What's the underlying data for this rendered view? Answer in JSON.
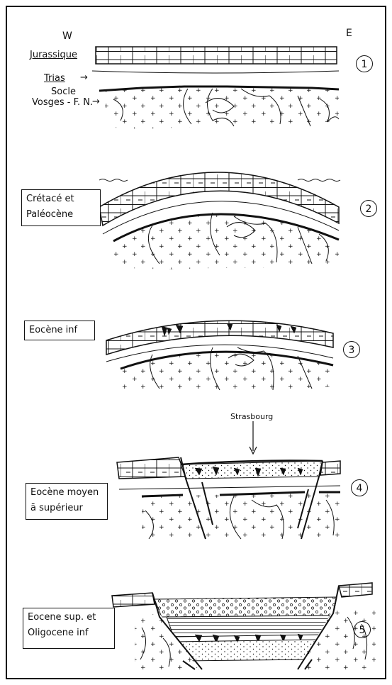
{
  "compass": {
    "west": "W",
    "east": "E"
  },
  "stage1": {
    "number": "1",
    "jurassique": "Jurassique",
    "trias": "Trias",
    "socle_line1": "Socle",
    "socle_line2": "Vosges - F. N."
  },
  "stage2": {
    "number": "2",
    "label_line1": "Crétacé  et",
    "label_line2": "Paléocène"
  },
  "stage3": {
    "number": "3",
    "label_line1": "Eocène  inf"
  },
  "stage4": {
    "number": "4",
    "strasbourg": "Strasbourg",
    "label_line1": "Eocène  moyen",
    "label_line2": "ā  supérieur"
  },
  "stage5": {
    "number": "5",
    "label_line1": "Eocene  sup.  et",
    "label_line2": "Oligocene  inf"
  }
}
